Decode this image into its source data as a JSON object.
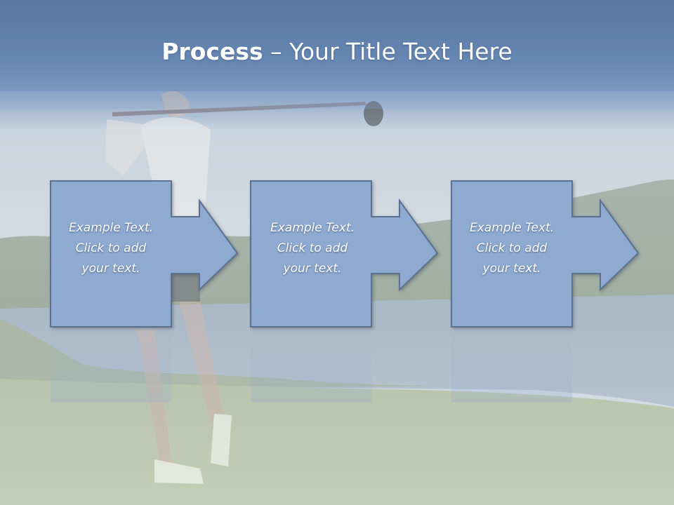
{
  "slide": {
    "title_bold": "Process",
    "title_rest": " – Your Title Text Here",
    "background_description": "golf",
    "colors": {
      "title_band": "#5d7ea9",
      "box_fill": "#8faad0",
      "box_stroke": "#5b708f",
      "text": "#ffffff"
    }
  },
  "steps": [
    {
      "line1": "Example Text.",
      "line2": "Click  to add",
      "line3": "your text."
    },
    {
      "line1": "Example Text.",
      "line2": "Click  to add",
      "line3": "your text."
    },
    {
      "line1": "Example Text.",
      "line2": "Click  to add",
      "line3": "your text."
    }
  ]
}
